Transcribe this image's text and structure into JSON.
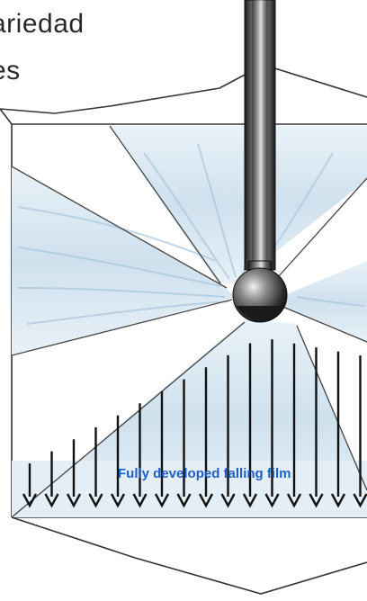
{
  "page_text": {
    "line1": "ariedad",
    "line2": "es"
  },
  "diagram": {
    "film_label": "Fully developed falling film",
    "colors": {
      "fluid": "#dceaf4",
      "fluid_streak": "#9bbdd6",
      "outline": "#333333",
      "arrow": "#111111",
      "label": "#1f5fc8",
      "nozzle_dark": "#1c1c1c",
      "nozzle_light": "#c9c9c9"
    },
    "icons": [
      "spray-nozzle-icon",
      "down-arrow-icon"
    ]
  }
}
